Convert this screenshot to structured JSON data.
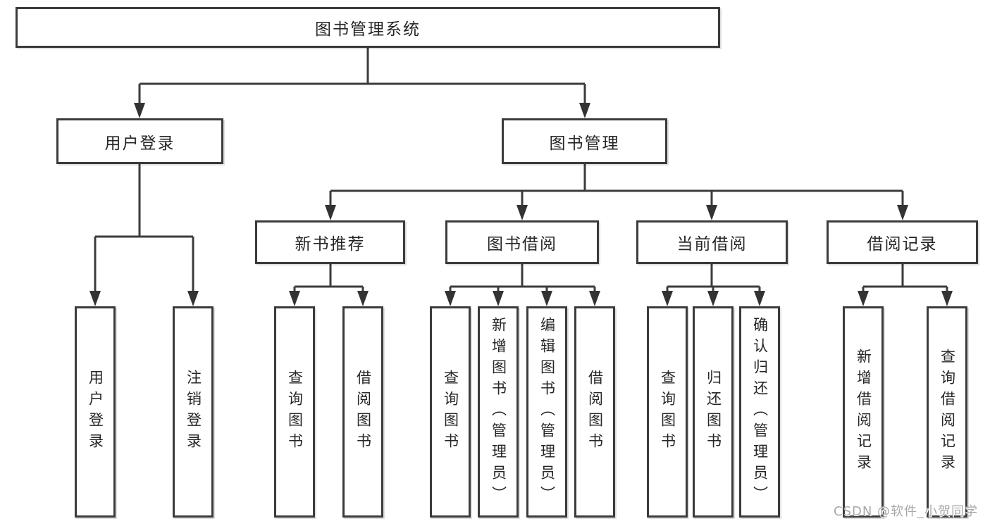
{
  "diagram": {
    "root": "图书管理系统",
    "level2": {
      "user_login": "用户登录",
      "book_management": "图书管理"
    },
    "level3": {
      "new_book_recommendation": "新书推荐",
      "book_borrowing": "图书借阅",
      "current_borrowing": "当前借阅",
      "borrowing_records": "借阅记录"
    },
    "leaves": {
      "user_login": [
        "用户登录",
        "注销登录"
      ],
      "new_book_recommendation": [
        "查询图书",
        "借阅图书"
      ],
      "book_borrowing": [
        "查询图书",
        "新增图书（管理员）",
        "编辑图书（管理员）",
        "借阅图书"
      ],
      "current_borrowing": [
        "查询图书",
        "归还图书",
        "确认归还（管理员）"
      ],
      "borrowing_records": [
        "新增借阅记录",
        "查询借阅记录"
      ]
    },
    "watermark": "CSDN @软件_小贺同学",
    "colors": {
      "line": "#3b3b3b",
      "border": "#3b3b3b",
      "text": "#262626",
      "watermark": "#a8a8a8",
      "background": "#ffffff"
    }
  }
}
